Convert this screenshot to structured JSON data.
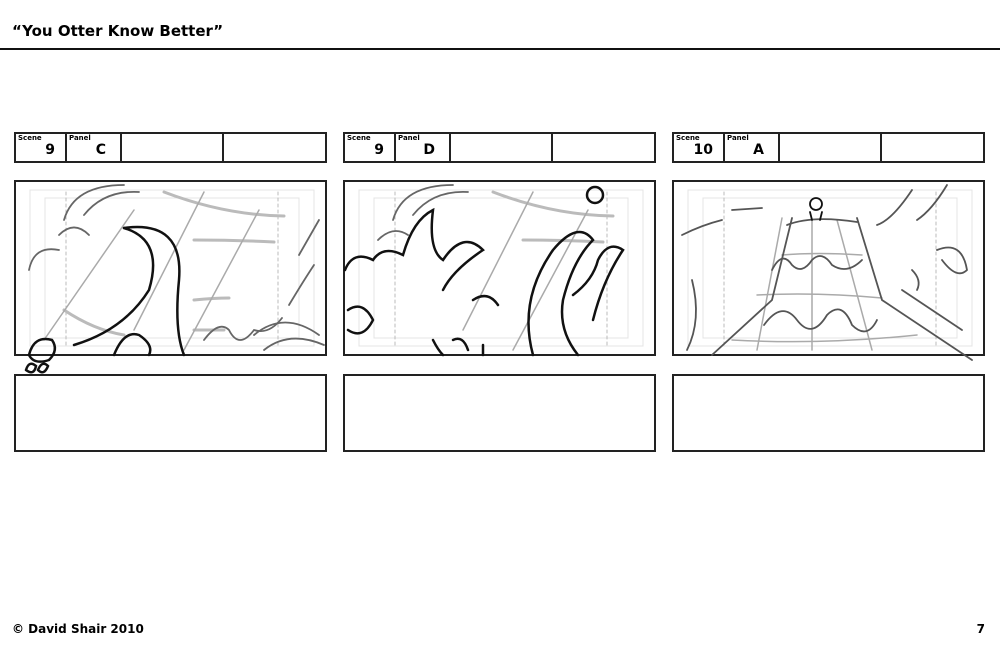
{
  "header": {
    "title": "“You Otter Know Better”"
  },
  "panels": [
    {
      "scene_label": "Scene",
      "scene": "9",
      "panel_label": "Panel",
      "panel": "C"
    },
    {
      "scene_label": "Scene",
      "scene": "9",
      "panel_label": "Panel",
      "panel": "D"
    },
    {
      "scene_label": "Scene",
      "scene": "10",
      "panel_label": "Panel",
      "panel": "A"
    }
  ],
  "footer": {
    "copyright": "© David Shair 2010",
    "page_number": "7"
  }
}
